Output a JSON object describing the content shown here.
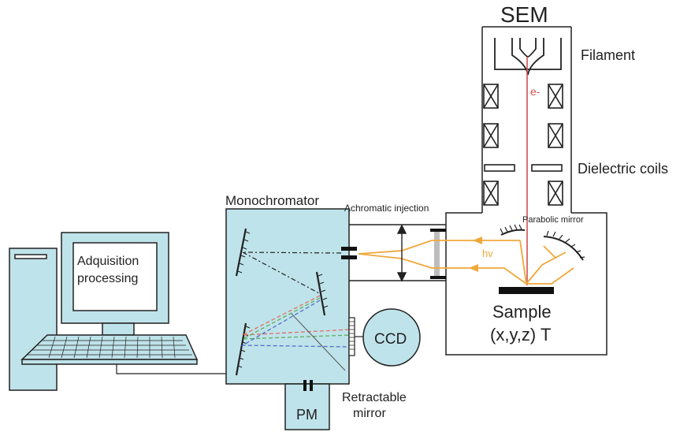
{
  "labels": {
    "sem": "SEM",
    "filament": "Filament",
    "electron": "e-",
    "dielectric_coils": "Dielectric coils",
    "monochromator": "Monochromator",
    "achromatic_injection": "Achromatic injection",
    "parabolic_mirror": "Parabolic mirror",
    "hv": "hv",
    "sample_line1": "Sample",
    "sample_line2": "(x,y,z) T",
    "ccd": "CCD",
    "pm": "PM",
    "retractable_line1": "Retractable",
    "retractable_line2": "mirror",
    "computer_line1": "Adquisition",
    "computer_line2": "processing"
  },
  "colors": {
    "box_fill": "#bfe3ea",
    "light_path": "#f0a83a",
    "electron_beam": "#d05050",
    "stroke": "#222222",
    "dash_red": "#e07060",
    "dash_green": "#60b060",
    "dash_blue": "#5070d0"
  }
}
